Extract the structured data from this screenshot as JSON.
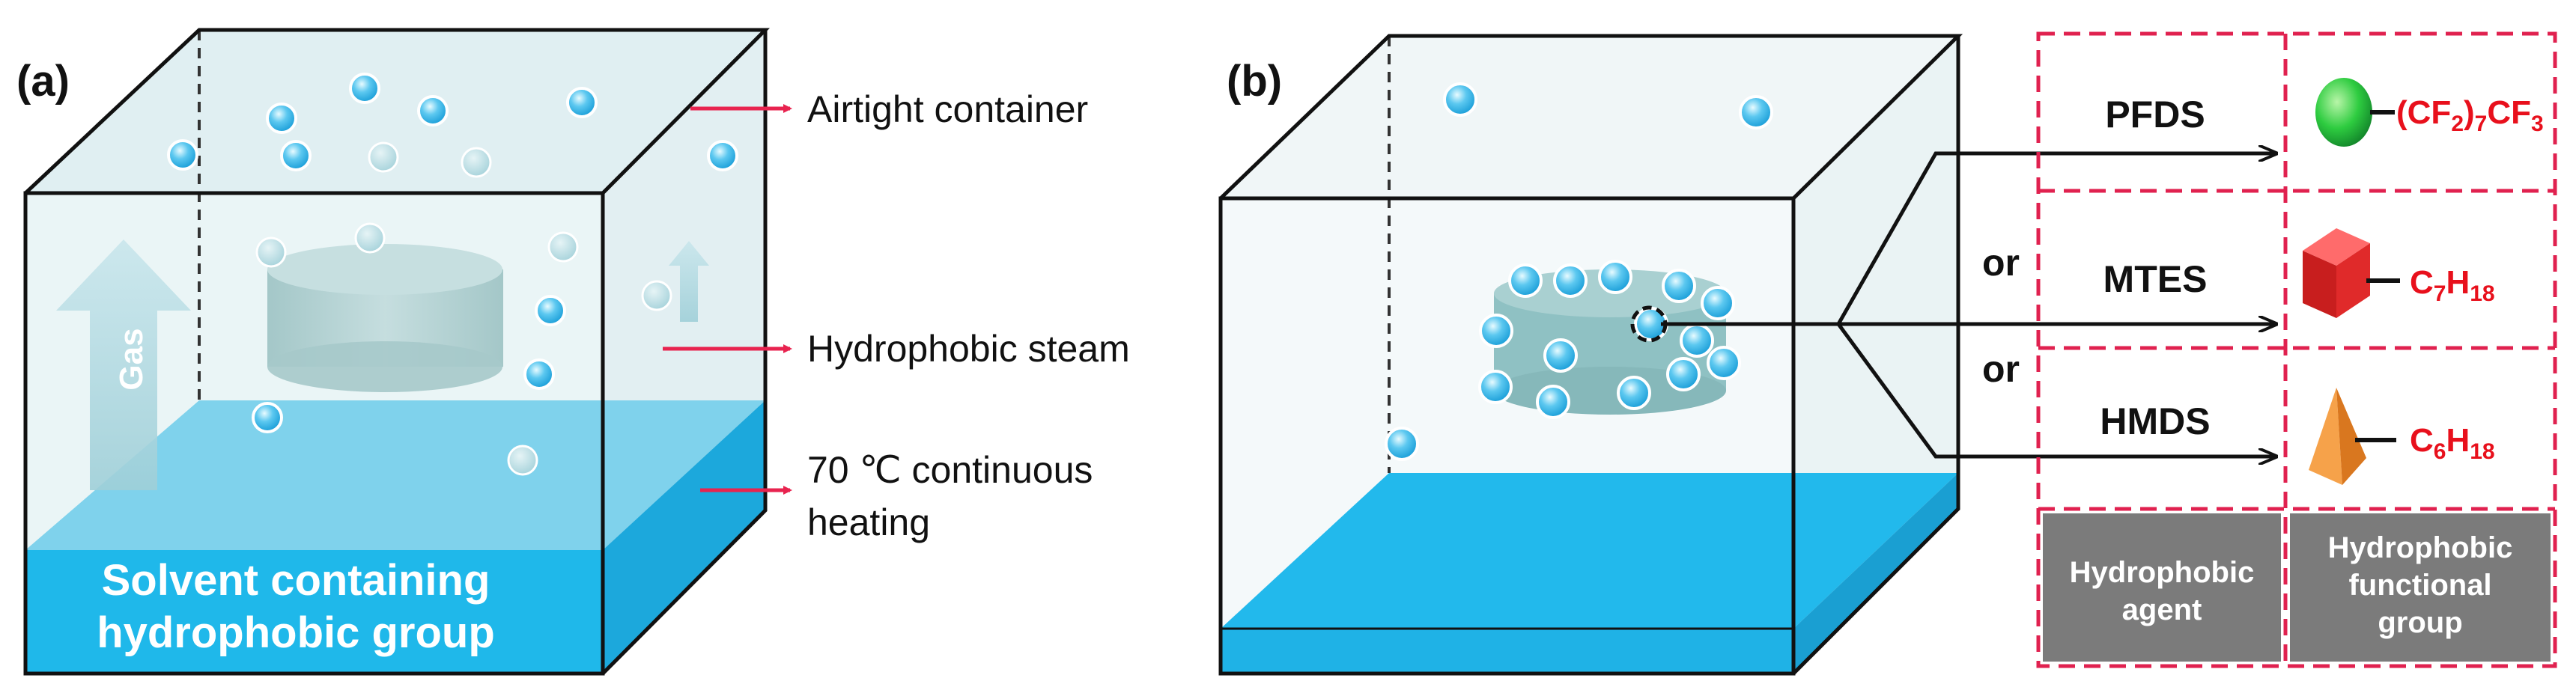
{
  "panel_a": {
    "label": "(a)",
    "annotations": {
      "airtight": "Airtight container",
      "steam": "Hydrophobic steam",
      "heating_line1": "70 ℃ continuous",
      "heating_line2": "heating"
    },
    "solvent_line1": "Solvent containing",
    "solvent_line2": "hydrophobic group",
    "gas_label": "Gas"
  },
  "panel_b": {
    "label": "(b)",
    "agents": [
      "PFDS",
      "MTES",
      "HMDS"
    ],
    "or_labels": [
      "or",
      "or"
    ],
    "formulas": {
      "pfds": {
        "p1": "(CF",
        "s1": "2",
        "p2": ")",
        "s2": "7",
        "p3": "CF",
        "s3": "3"
      },
      "mtes": {
        "p1": "C",
        "s1": "7",
        "p2": "H",
        "s2": "18"
      },
      "hmds": {
        "p1": "C",
        "s1": "6",
        "p2": "H",
        "s2": "18"
      }
    },
    "footer_left": [
      "Hydrophobic",
      "agent"
    ],
    "footer_right": [
      "Hydrophobic",
      "functional",
      "group"
    ]
  },
  "colors": {
    "water": "#1fb8ea",
    "glass": "#dcecef",
    "cylinder": "#a8c9cb",
    "droplet": "#3fb2e6",
    "arrow_red": "#e8234f",
    "dashed_red": "#e0214f",
    "footer_gray": "#7b7b7b",
    "green_sphere": "#2ecc40",
    "red_cube": "#e02a2a",
    "orange_pyramid": "#f29a3c"
  }
}
